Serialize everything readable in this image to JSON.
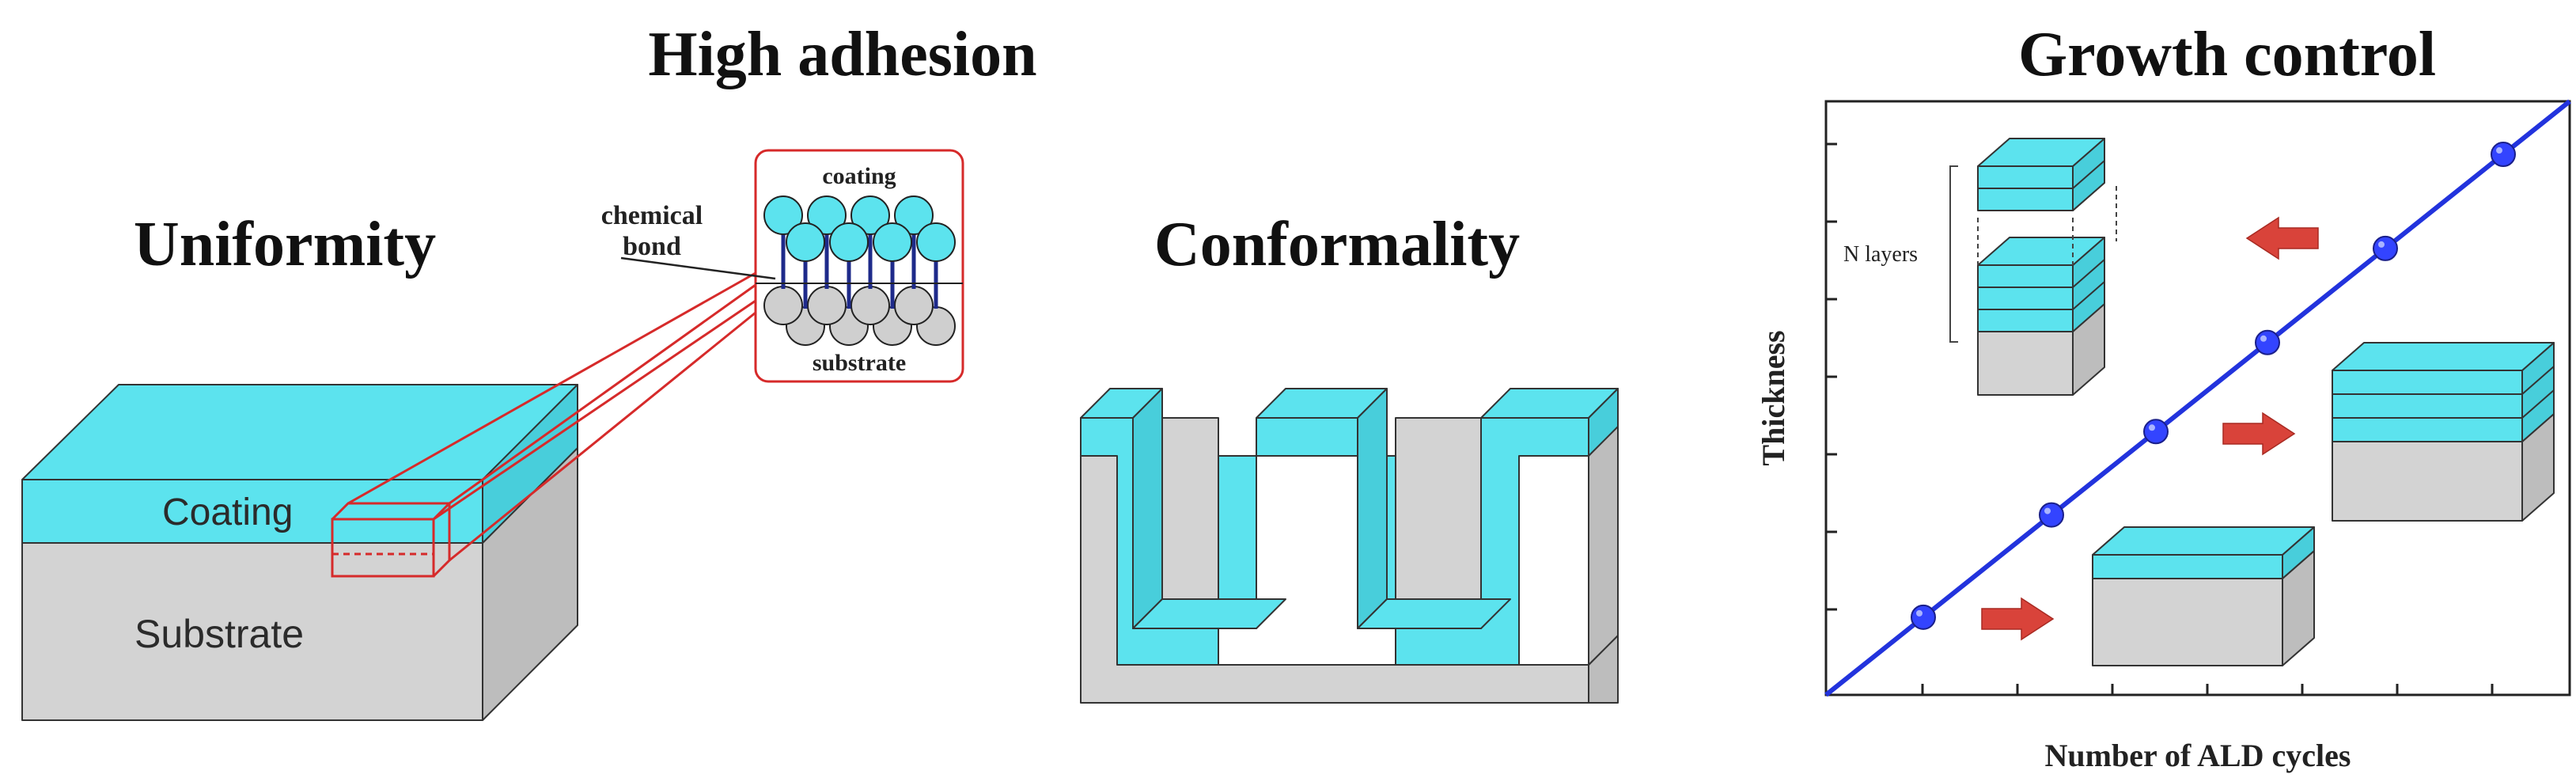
{
  "titles": {
    "high_adhesion": "High adhesion",
    "uniformity": "Uniformity",
    "conformality": "Conformality",
    "growth_control": "Growth control"
  },
  "uniformity": {
    "coating_label": "Coating",
    "substrate_label": "Substrate"
  },
  "adhesion": {
    "coating_label": "coating",
    "bond_label_line1": "chemical",
    "bond_label_line2": "bond",
    "substrate_label": "substrate"
  },
  "growth": {
    "xlabel": "Number of ALD cycles",
    "ylabel": "Thickness",
    "n_layers_label": "N layers"
  },
  "colors": {
    "coating": "#5ce3ee",
    "substrate": "#d3d3d3",
    "highlight": "#d62a2a",
    "growth_line": "#2233dd",
    "arrow": "#d9433a"
  }
}
